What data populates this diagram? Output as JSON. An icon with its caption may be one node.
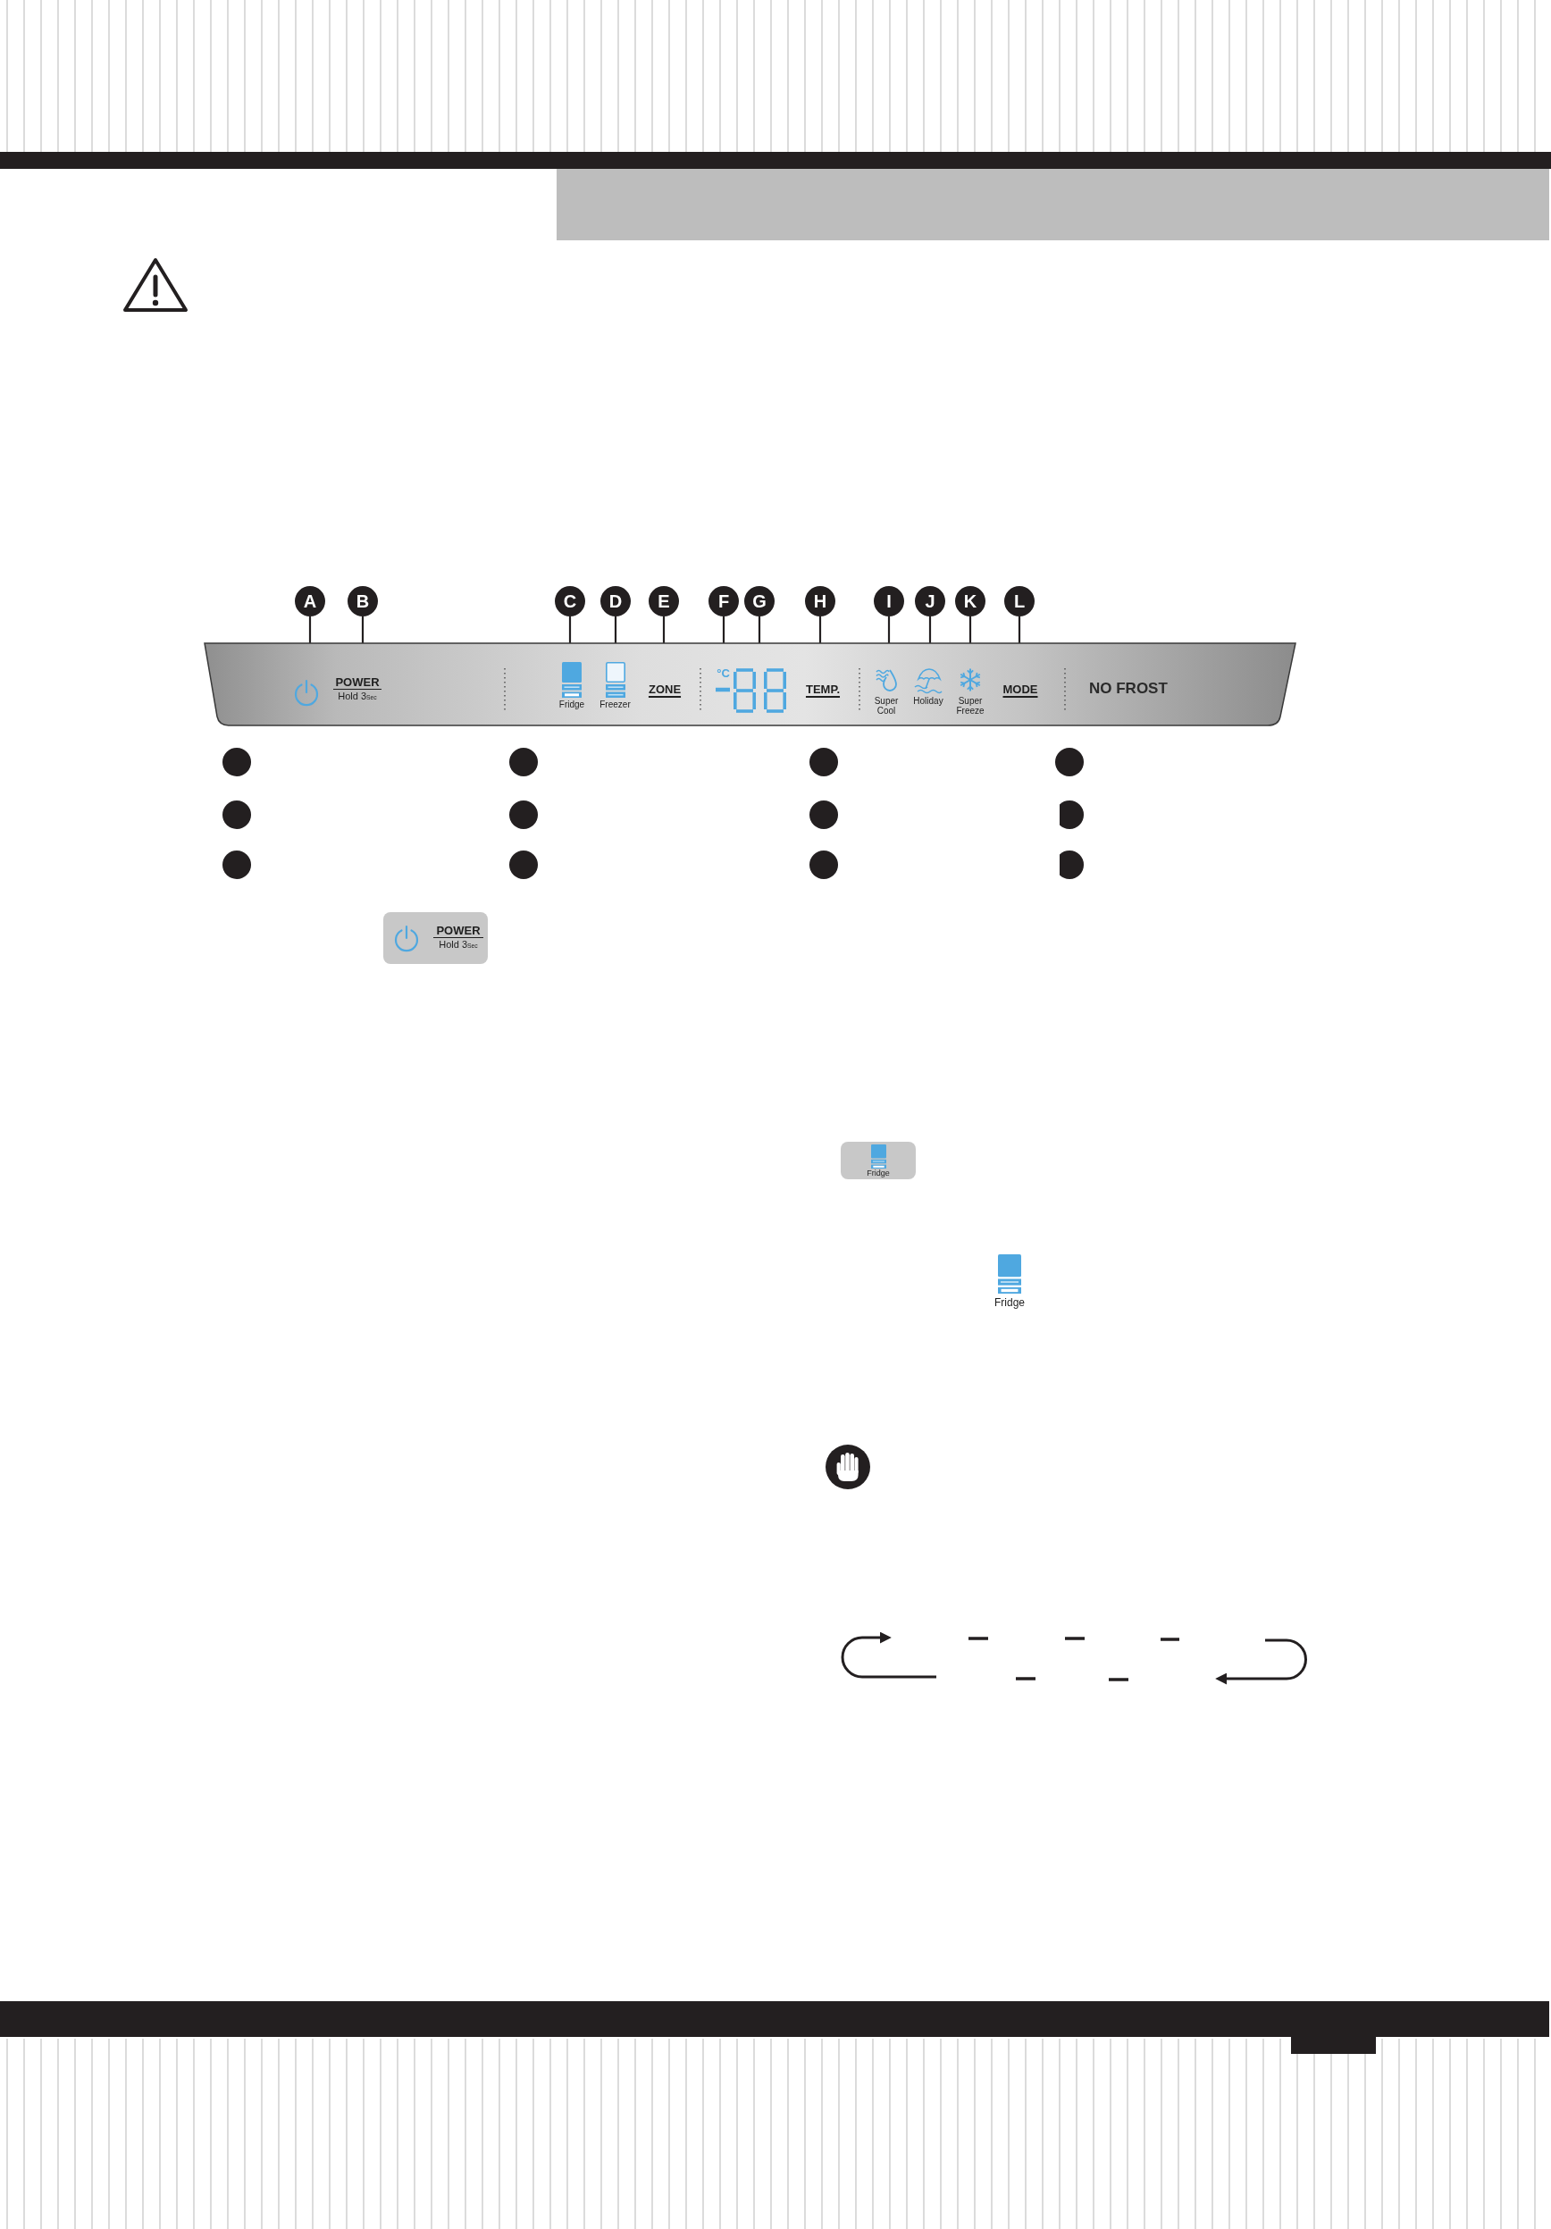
{
  "diagram": {
    "nodes": [
      {
        "text": [
          "A"
        ]
      },
      {
        "text": [
          "B"
        ]
      },
      {
        "text": [
          "C"
        ]
      },
      {
        "text": [
          "D"
        ]
      },
      {
        "text": [
          "E"
        ]
      },
      {
        "text": [
          "F"
        ]
      },
      {
        "text": [
          "G"
        ]
      },
      {
        "text": [
          "H"
        ]
      },
      {
        "text": [
          "I"
        ]
      },
      {
        "text": [
          "J"
        ]
      },
      {
        "text": [
          "K"
        ]
      },
      {
        "text": [
          "L"
        ]
      },
      {
        "text": [
          "NO FROST"
        ]
      },
      {
        "text": [],
        "shape": "picture",
        "in": 12
      },
      {
        "text": [
          "POWER",
          "Hold 3$_{Sec}$"
        ],
        "in": 12
      },
      {
        "text": [
          "Fridge"
        ],
        "in": 12
      },
      {
        "text": [
          "Freezer"
        ],
        "in": 12
      },
      {
        "text": [
          "ZONE"
        ],
        "in": 12
      },
      {
        "text": [
          "°C"
        ],
        "in": 12
      },
      {
        "text": [],
        "shape": "picture",
        "in": 12
      },
      {
        "text": [
          "TEMP."
        ],
        "in": 12
      },
      {
        "text": [
          "Super Cool"
        ],
        "in": 12
      },
      {
        "text": [
          "Holiday"
        ],
        "in": 12
      },
      {
        "text": [
          "Super Freeze"
        ],
        "in": 12
      },
      {
        "text": [
          "MODE"
        ],
        "in": 12
      },
      {
        "text": [],
        "shape": "circle"
      },
      {
        "text": [],
        "shape": "circle"
      },
      {
        "text": [],
        "shape": "circle"
      },
      {
        "text": [],
        "shape": "circle"
      },
      {
        "text": [],
        "shape": "circle"
      },
      {
        "text": [],
        "shape": "circle"
      },
      {
        "text": [],
        "shape": "circle"
      },
      {
        "text": [],
        "shape": "circle"
      },
      {
        "text": [],
        "shape": "circle"
      },
      {
        "text": [],
        "shape": "circle"
      },
      {
        "text": [],
        "shape": "circle"
      },
      {
        "text": [],
        "shape": "circle"
      },
      {
        "text": [
          "POWER",
          "Hold 3$_{Sec}$"
        ]
      },
      {
        "text": [
          "Fridge"
        ]
      }
    ],
    "edges": [
      {
        "from": 0,
        "to": 13,
        "arrow": "none"
      },
      {
        "from": 1,
        "to": 14,
        "arrow": "none"
      },
      {
        "from": 2,
        "to": 15,
        "arrow": "none"
      },
      {
        "from": 3,
        "to": 16,
        "arrow": "none"
      },
      {
        "from": 4,
        "to": 17,
        "arrow": "none"
      },
      {
        "from": 5,
        "to": 18,
        "arrow": "none"
      },
      {
        "from": 6,
        "to": 19,
        "arrow": "none"
      },
      {
        "from": 7,
        "to": 20,
        "arrow": "none"
      },
      {
        "from": 8,
        "to": 21,
        "arrow": "none"
      },
      {
        "from": 9,
        "to": 22,
        "arrow": "none"
      },
      {
        "from": 10,
        "to": 23,
        "arrow": "none"
      },
      {
        "from": 11,
        "to": 24,
        "arrow": "none"
      }
    ],
    "labels": [
      "Fridge"
    ]
  }
}
